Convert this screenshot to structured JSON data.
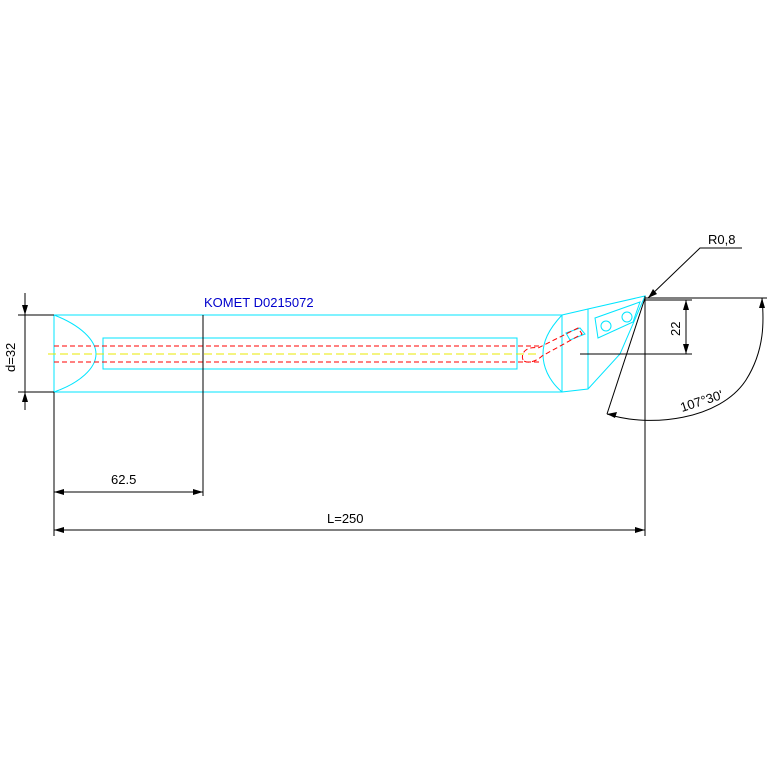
{
  "drawing": {
    "label": "KOMET D0215072",
    "dimensions": {
      "diameter": "d=32",
      "offset_length": "62.5",
      "total_length": "L=250",
      "tip_offset": "22",
      "nose_radius": "R0,8",
      "approach_angle": "107°30'"
    }
  },
  "colors": {
    "body_outline": "#00e5ff",
    "dimension": "#000000",
    "label": "#0000cc",
    "coolant": "#ff0000",
    "centerline": "#e8e800"
  }
}
